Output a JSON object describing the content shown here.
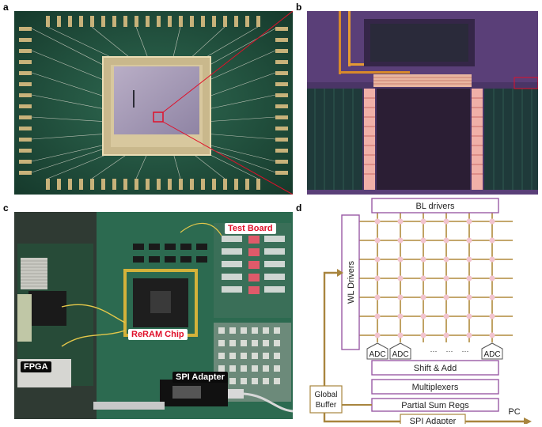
{
  "panels": {
    "a": "a",
    "b": "b",
    "c": "c",
    "d": "d"
  },
  "photo_c": {
    "tags": {
      "test_board": "Test Board",
      "reram_chip": "ReRAM Chip",
      "fpga": "FPGA",
      "spi_adapter": "SPI Adapter"
    }
  },
  "diagram": {
    "bl_drivers": "BL drivers",
    "wl_drivers": "WL Drivers",
    "adc": "ADC",
    "adc_labels": [
      "ADC",
      "ADC",
      "ADC"
    ],
    "ellipsis": [
      "···",
      "···",
      "···"
    ],
    "shift_add": "Shift & Add",
    "multiplexers": "Multiplexers",
    "partial_sum_regs": "Partial Sum Regs",
    "spi_adapter": "SPI Adapter",
    "global_buffer_line1": "Global",
    "global_buffer_line2": "Buffer",
    "pc": "PC",
    "colors": {
      "box_stroke": "#9a5aa6",
      "wire": "#b08a3c",
      "node": "#f2c4cf",
      "arrow": "#a8853e"
    }
  }
}
